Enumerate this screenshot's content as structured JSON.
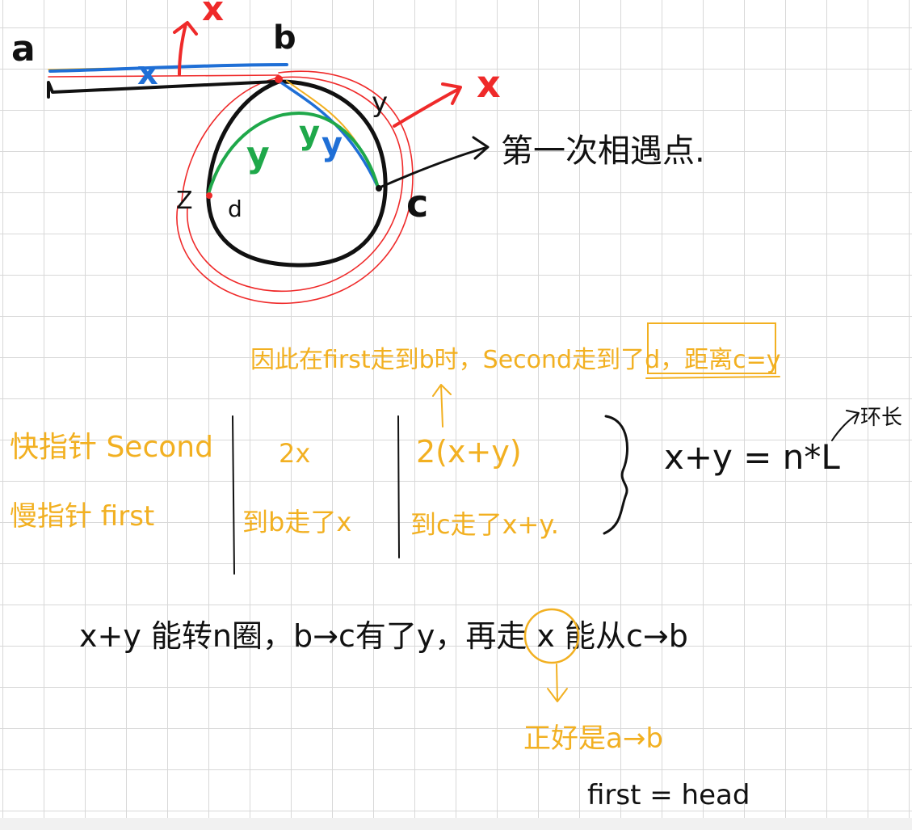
{
  "colors": {
    "black": "#111111",
    "red": "#ef2a2a",
    "blue": "#1f6fd6",
    "green": "#1fa84a",
    "orange": "#f2b021",
    "grid": "#d8d8d8"
  },
  "diagram": {
    "node_a": "a",
    "node_b": "b",
    "node_c": "c",
    "node_d": "d",
    "label_x_top": "x",
    "label_x_right": "x",
    "label_x_blue": "x",
    "label_y_right": "y",
    "label_y_green": "y",
    "label_y_green2": "y",
    "label_y_blue": "y",
    "label_z": "Z",
    "first_meet": "第一次相遇点."
  },
  "notes": {
    "annotation_top": "因此在first走到b时，Second走到了d，距离c=y",
    "row_fast_label": "快指针 Second",
    "row_fast_col1": "2x",
    "row_fast_col2": "2(x+y)",
    "row_slow_label": "慢指针 first",
    "row_slow_col1": "到b走了x",
    "row_slow_col2": "到c走了x+y.",
    "equation": "x+y = n*L",
    "ring_length": "环长",
    "conclusion": "x+y 能转n圈，b→c有了y，再走 x 能从c→b",
    "result_arrow_note": "正好是a→b",
    "result_code": "first = head"
  }
}
